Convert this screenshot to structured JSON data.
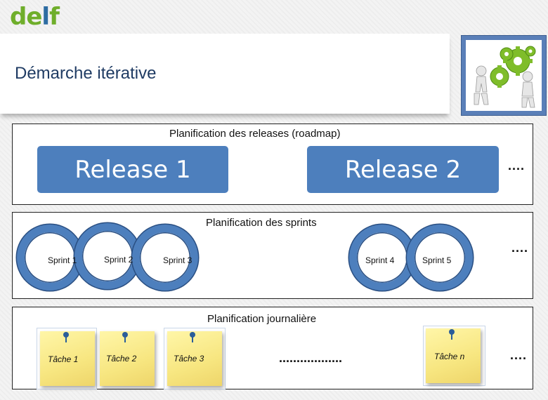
{
  "header": {
    "logo": {
      "d": "d",
      "e": "e",
      "l": "l",
      "f": "f"
    },
    "title": "Démarche itérative",
    "illustration_icon": "gears-people-icon"
  },
  "colors": {
    "accent_blue": "#4d7fbd",
    "logo_green": "#6fae2b",
    "logo_blue": "#2d6ca2",
    "note_yellow": "#f7e680"
  },
  "releases": {
    "title": "Planification des releases (roadmap)",
    "items": [
      "Release 1",
      "Release 2"
    ],
    "more": "...."
  },
  "sprints": {
    "title": "Planification des sprints",
    "items": [
      "Sprint 1",
      "Sprint 2",
      "Sprint 3",
      "Sprint 4",
      "Sprint 5"
    ],
    "more": "...."
  },
  "daily": {
    "title": "Planification journalière",
    "tasks": [
      "Tâche 1",
      "Tâche 2",
      "Tâche 3",
      "Tâche n"
    ],
    "ellipsis": "..................",
    "more": "...."
  }
}
